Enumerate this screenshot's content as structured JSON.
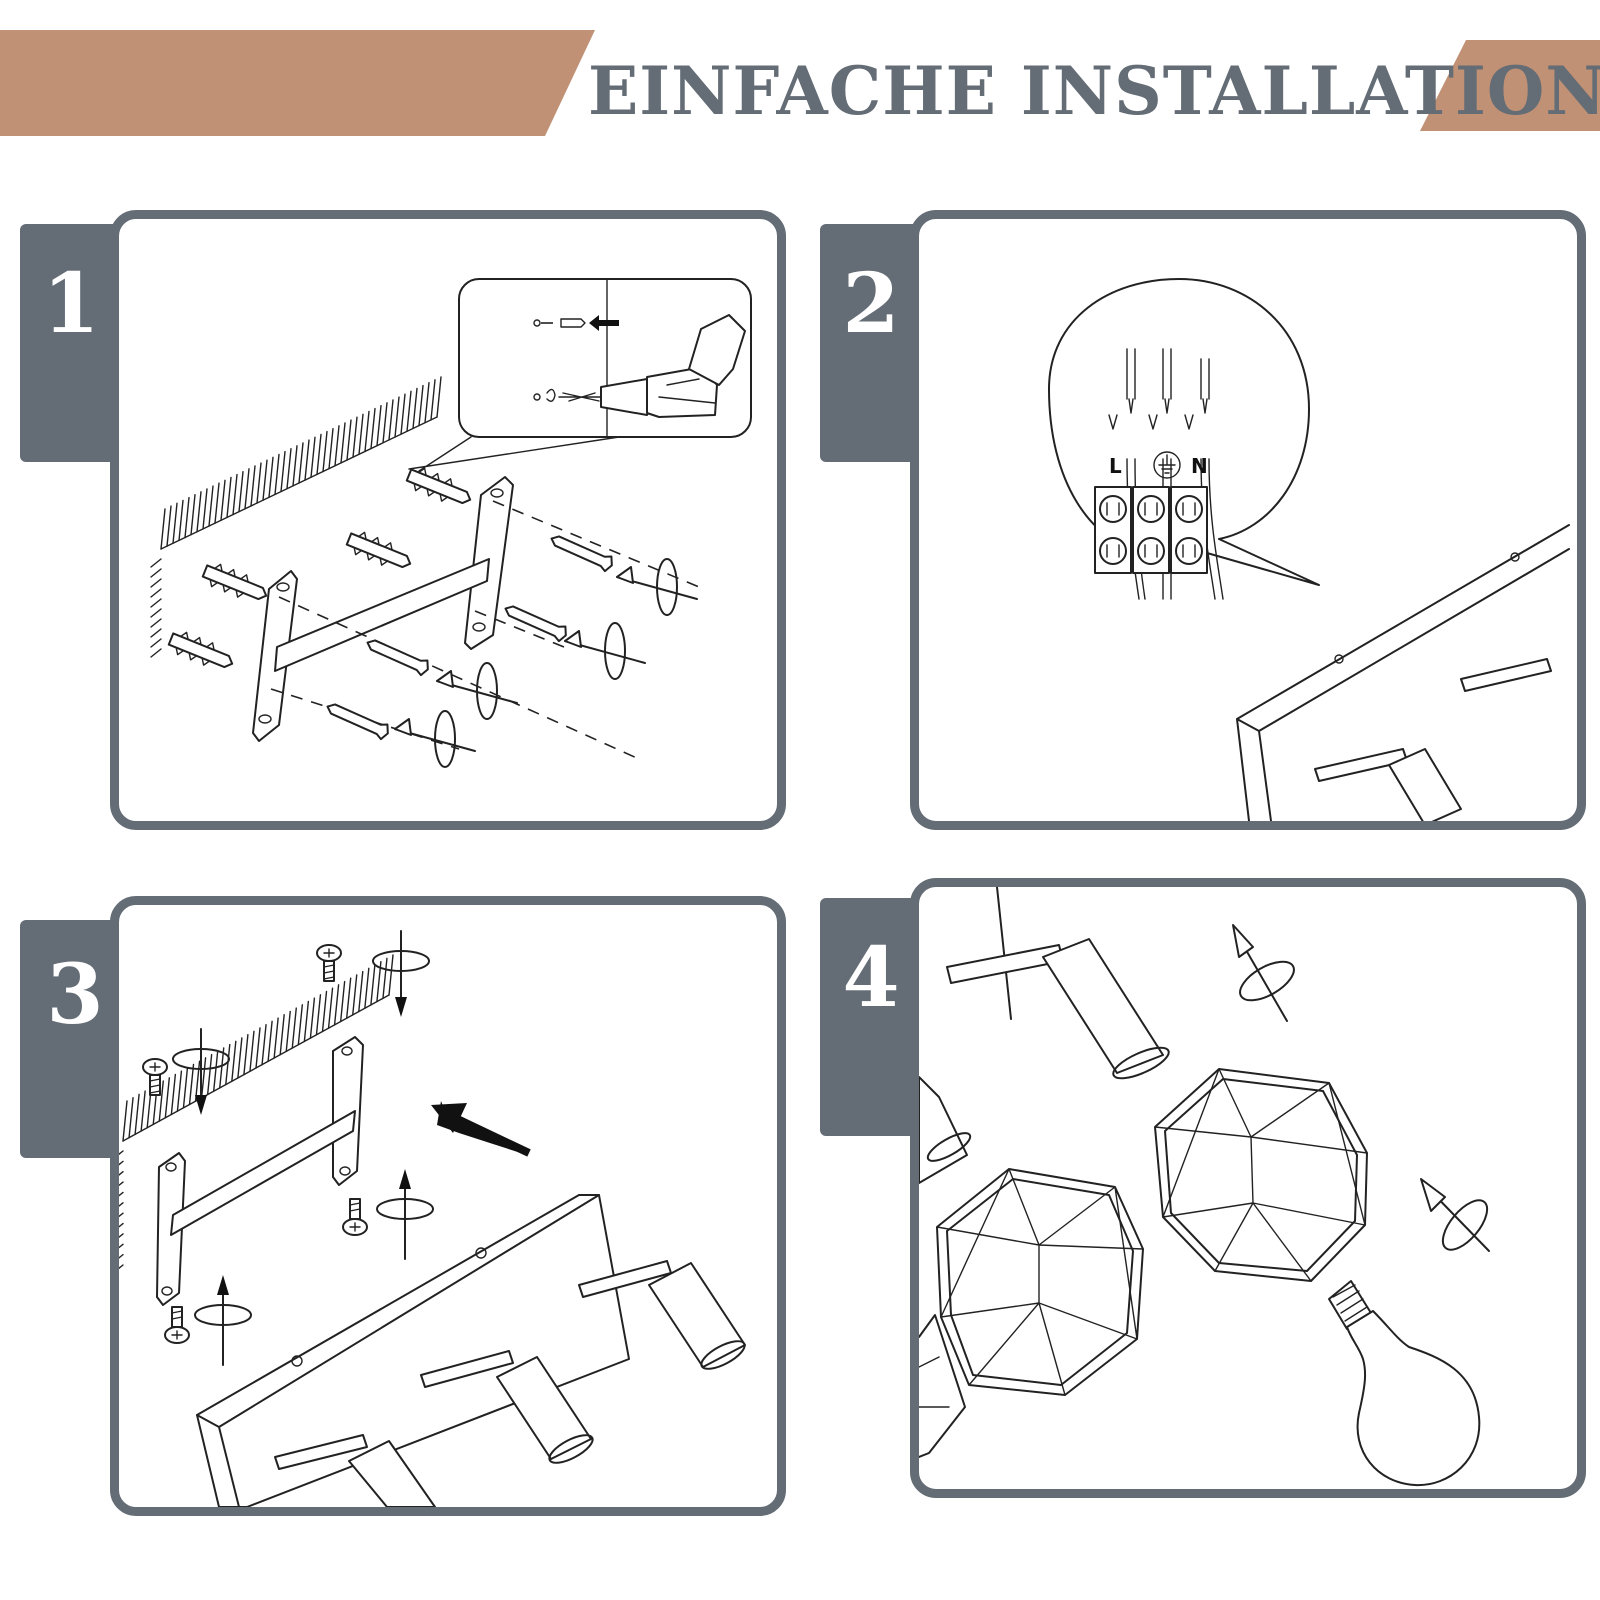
{
  "header": {
    "title": "EINFACHE INSTALLATION",
    "accent_color": "#c09175",
    "text_color": "#646c75"
  },
  "steps": [
    {
      "number": "1"
    },
    {
      "number": "2"
    },
    {
      "number": "3"
    },
    {
      "number": "4"
    }
  ],
  "wiring": {
    "terminal_labels": [
      "L",
      "N"
    ],
    "ground_symbol": "earth-ground-icon"
  },
  "icons": [
    "drill-icon",
    "wall-plug-icon",
    "screw-icon",
    "rotate-arrow-icon",
    "terminal-block-icon",
    "mounting-bracket-icon",
    "spotlight-icon",
    "cage-shade-icon",
    "light-bulb-icon",
    "earth-ground-icon"
  ]
}
